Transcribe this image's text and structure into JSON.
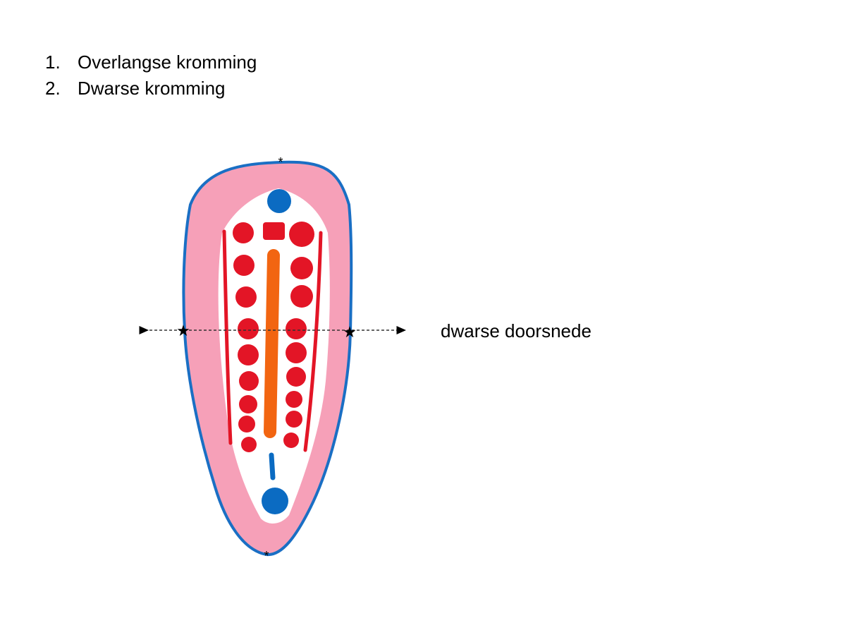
{
  "list": [
    {
      "number": "1.",
      "text": "Overlangse kromming"
    },
    {
      "number": "2.",
      "text": "Dwarse kromming"
    }
  ],
  "section_label": "dwarse doorsnede",
  "colors": {
    "outline": "#1a6fc4",
    "band": "#f6a0b8",
    "dots": "#e31526",
    "axis": "#f26511",
    "poles": "#0b6bc2"
  }
}
